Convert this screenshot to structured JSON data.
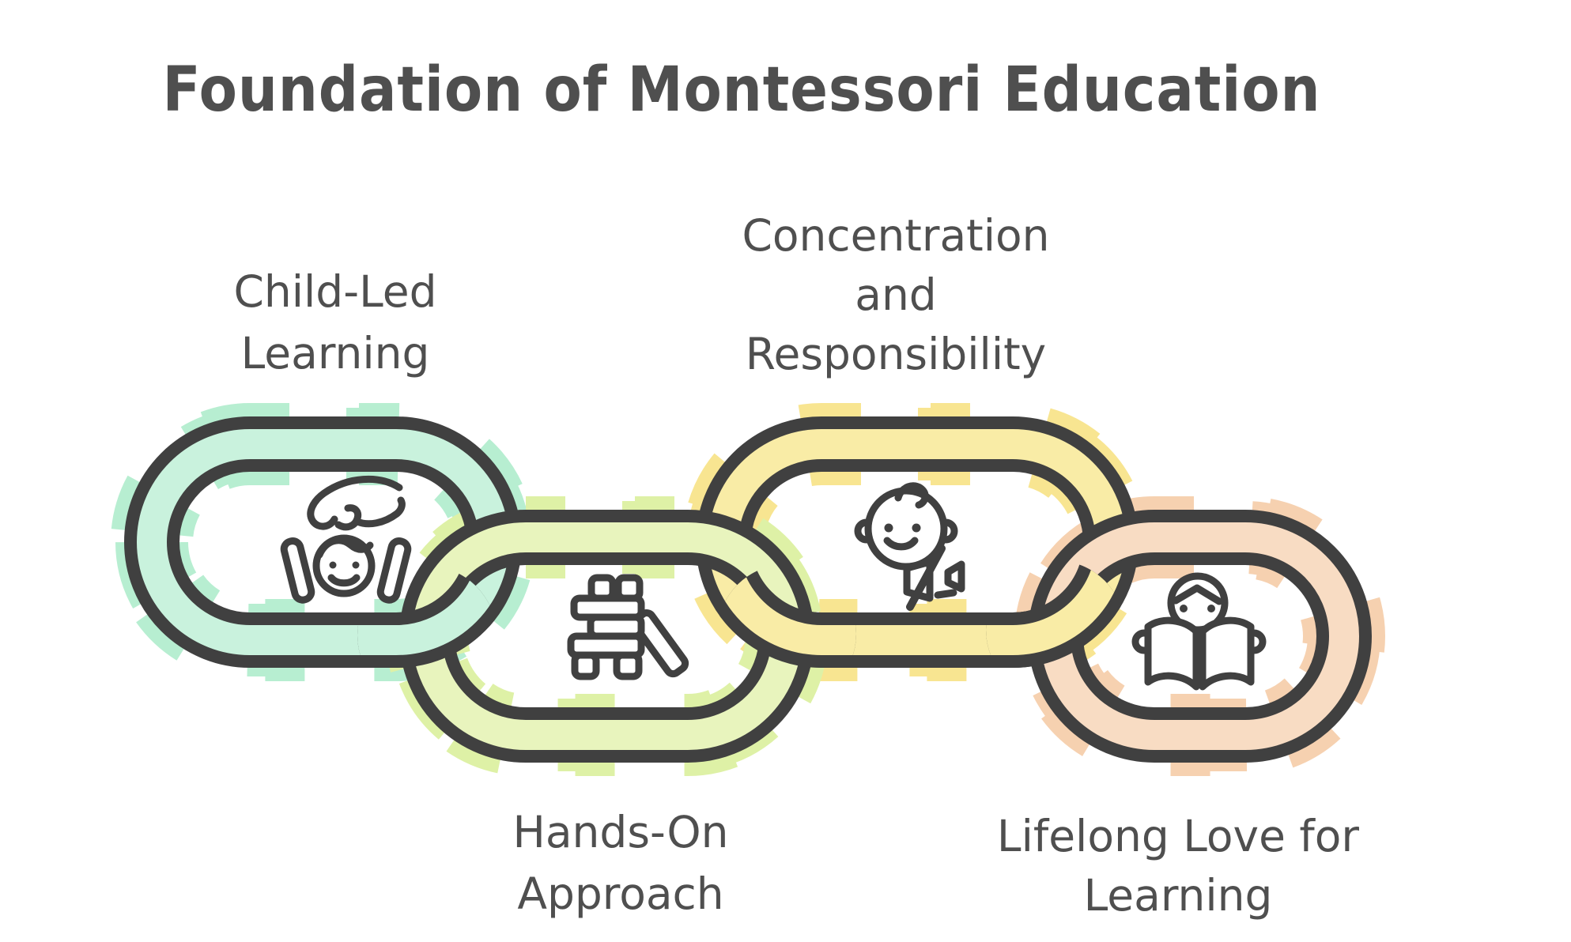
{
  "title": "Foundation of Montessori Education",
  "items": [
    {
      "id": "child-led-learning",
      "label_lines": [
        "Child-Led",
        "Learning"
      ],
      "icon": "child-care-icon",
      "band_color": "#c9f2dd",
      "patch_color": "#b7eed1"
    },
    {
      "id": "hands-on-approach",
      "label_lines": [
        "Hands-On",
        "Approach"
      ],
      "icon": "building-blocks-icon",
      "band_color": "#e8f4bd",
      "patch_color": "#def1a6"
    },
    {
      "id": "concentration-and-responsibility",
      "label_lines": [
        "Concentration",
        "and",
        "Responsibility"
      ],
      "icon": "quiet-baby-icon",
      "band_color": "#f9eca6",
      "patch_color": "#f8e591"
    },
    {
      "id": "lifelong-love-for-learning",
      "label_lines": [
        "Lifelong Love for",
        "Learning"
      ],
      "icon": "reading-book-icon",
      "band_color": "#f8dcc3",
      "patch_color": "#f6d1b0"
    }
  ],
  "colors": {
    "outline": "#404040",
    "text": "#4f4f4f",
    "background": "#ffffff"
  }
}
